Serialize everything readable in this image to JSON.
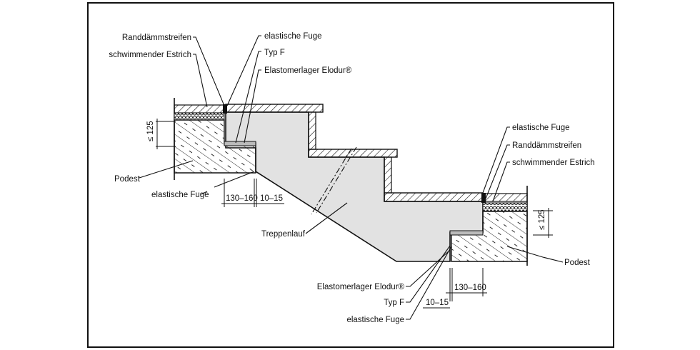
{
  "diagram": {
    "title": "Treppenlauf mit elastischer Lagerung auf Podesten",
    "colors": {
      "line": "#111111",
      "fill_stair": "#e2e2e2",
      "background": "#ffffff"
    },
    "labels_top_left": [
      {
        "id": "randdaemmstreifen",
        "text": "Randdämmstreifen"
      },
      {
        "id": "schwimmender-estrich",
        "text": "schwimmender Estrich"
      }
    ],
    "labels_top_middle": [
      {
        "id": "elastische-fuge",
        "text": "elastische Fuge"
      },
      {
        "id": "typ-f",
        "text": "Typ F"
      },
      {
        "id": "elastomerlager",
        "text": "Elastomerlager Elodur®"
      }
    ],
    "label_podest_left": "Podest",
    "label_fuge_left": "elastische Fuge",
    "label_treppenlauf": "Treppenlauf",
    "labels_right": [
      {
        "id": "elastische-fuge",
        "text": "elastische Fuge"
      },
      {
        "id": "randdaemmstreifen",
        "text": "Randdämmstreifen"
      },
      {
        "id": "schwimmender-estrich",
        "text": "schwimmender Estrich"
      }
    ],
    "label_podest_right": "Podest",
    "labels_bottom": [
      {
        "id": "elastomerlager",
        "text": "Elastomerlager Elodur®"
      },
      {
        "id": "typ-f",
        "text": "Typ F"
      },
      {
        "id": "elastische-fuge",
        "text": "elastische Fuge"
      }
    ],
    "dimensions": {
      "left_height": "≤ 125",
      "left_support": "130–160",
      "left_gap": "10–15",
      "right_height": "≤ 125",
      "right_support": "130–160",
      "right_gap": "10–15"
    }
  }
}
